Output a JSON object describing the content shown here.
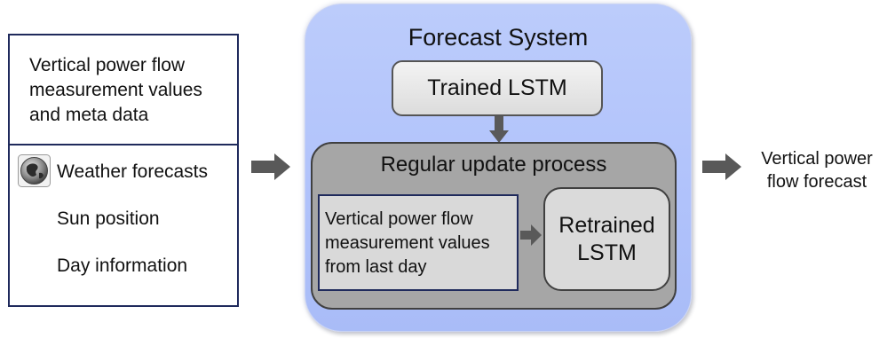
{
  "inputs": {
    "measurement": "Vertical power flow measurement values and meta data",
    "weather": "Weather forecasts",
    "sun": "Sun position",
    "day": "Day information"
  },
  "system": {
    "title": "Forecast System",
    "trained_lstm": "Trained LSTM",
    "update_process": {
      "title": "Regular update process",
      "last_day": "Vertical power flow measurement values from last day",
      "retrained_lstm": "Retrained LSTM"
    }
  },
  "output": "Vertical power flow forecast",
  "colors": {
    "system_fill": "#b3c4fb",
    "process_fill": "#a6a6a6",
    "box_fill": "#d9d9d9",
    "input_border": "#1f2a5c",
    "arrow": "#595959"
  },
  "icons": [
    "globe-icon"
  ]
}
